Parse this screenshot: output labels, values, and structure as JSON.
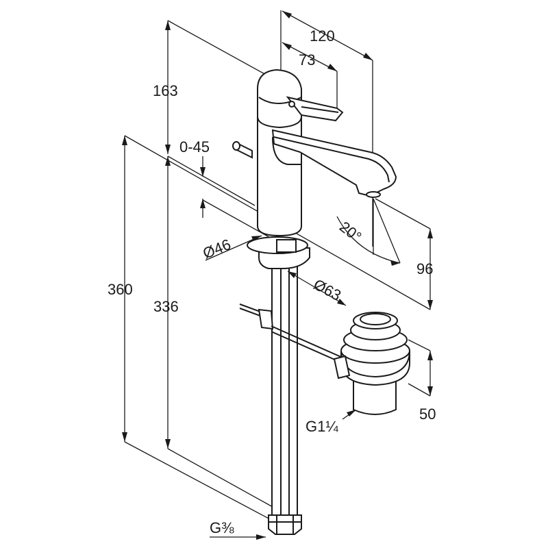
{
  "drawing": {
    "dimensions": {
      "width_total": "120",
      "spout_reach": "73",
      "height_to_spout": "163",
      "lever_angle": "0-45",
      "height_total": "360",
      "height_mount": "336",
      "base_diameter": "Ø46",
      "spout_angle": "20°",
      "spout_height": "96",
      "hole_diameter": "Ø63",
      "waste_height": "50",
      "waste_thread": "G1¼",
      "supply_thread": "G⅜"
    }
  }
}
